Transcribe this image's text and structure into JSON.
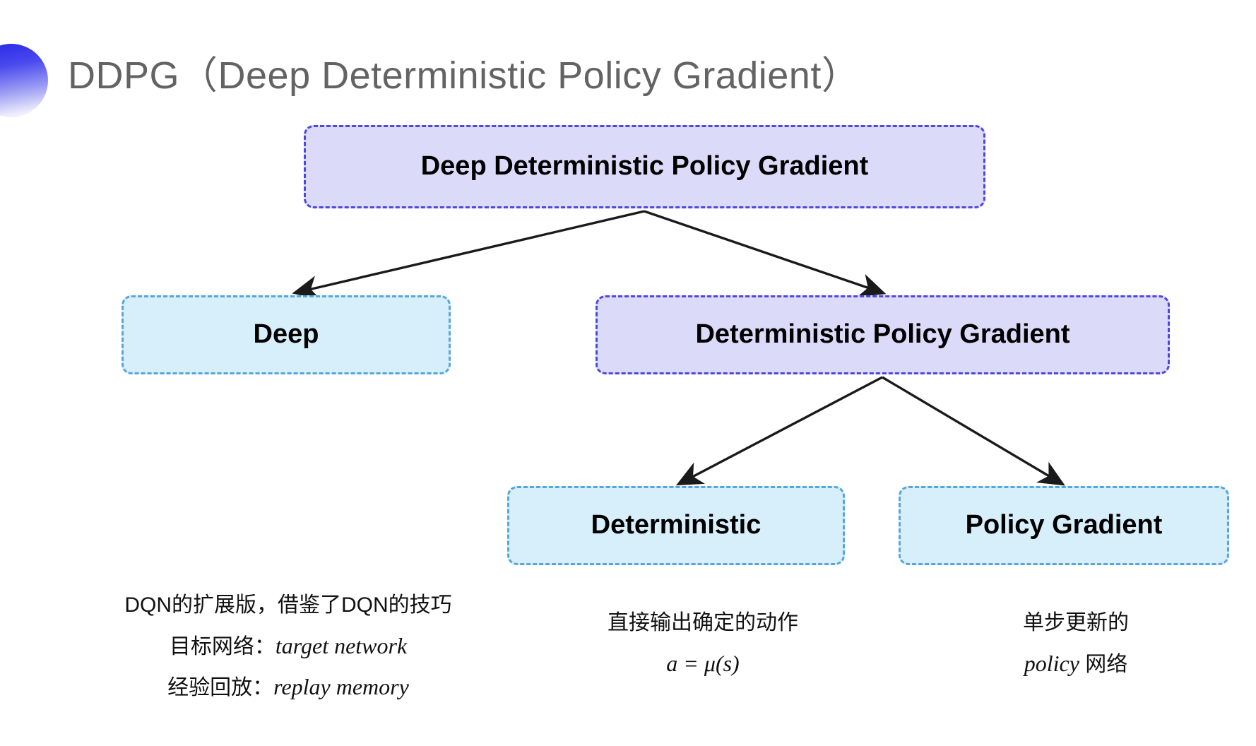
{
  "slide": {
    "title": "DDPG（Deep Deterministic Policy Gradient）",
    "background_color": "#ffffff",
    "accent_gradient_from": "#2727e6",
    "accent_gradient_to": "#ffffff",
    "title_color": "#636363"
  },
  "palette": {
    "purple_fill": "#dcdaf9",
    "purple_border": "#4f46e0",
    "blue_fill": "#d7eefb",
    "blue_border": "#55a6db",
    "arrow_color": "#1a1a1a",
    "text_color": "#111111"
  },
  "diagram": {
    "nodes": [
      {
        "id": "root",
        "label": "Deep Deterministic Policy Gradient",
        "style": "purple"
      },
      {
        "id": "deep",
        "label": "Deep",
        "style": "blue"
      },
      {
        "id": "dpg",
        "label": "Deterministic Policy Gradient",
        "style": "purple"
      },
      {
        "id": "deterministic",
        "label": "Deterministic",
        "style": "blue"
      },
      {
        "id": "policy_gradient",
        "label": "Policy Gradient",
        "style": "blue"
      }
    ],
    "edges": [
      {
        "from": "root",
        "to": "deep"
      },
      {
        "from": "root",
        "to": "dpg"
      },
      {
        "from": "dpg",
        "to": "deterministic"
      },
      {
        "from": "dpg",
        "to": "policy_gradient"
      }
    ]
  },
  "notes": {
    "deep": {
      "line1": "DQN的扩展版，借鉴了DQN的技巧",
      "line2_label": "目标网络：",
      "line2_term": "target network",
      "line3_label": "经验回放：",
      "line3_term": "replay memory"
    },
    "deterministic": {
      "line1": "直接输出确定的动作",
      "formula": "a = μ(s)"
    },
    "policy_gradient": {
      "line1": "单步更新的",
      "line2_term": "policy",
      "line2_suffix": " 网络"
    }
  }
}
